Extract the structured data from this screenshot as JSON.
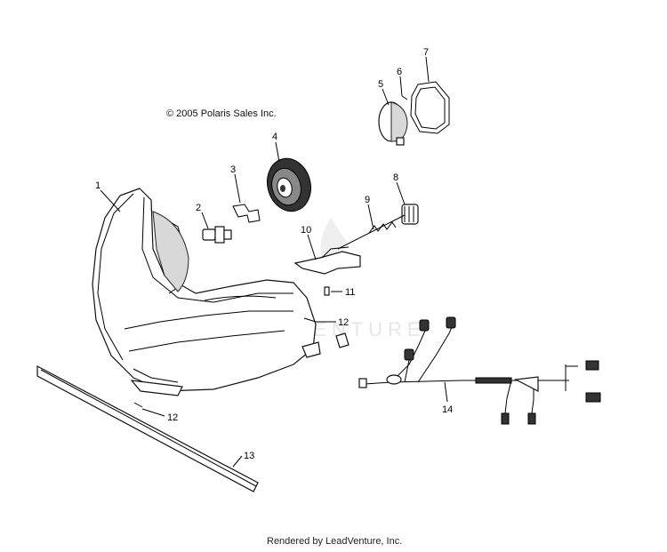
{
  "copyright": "© 2005 Polaris Sales Inc.",
  "footer": "Rendered by LeadVenture, Inc.",
  "watermark": "LEADVENTURE",
  "callouts": {
    "c1": "1",
    "c2": "2",
    "c3": "3",
    "c4": "4",
    "c5": "5",
    "c6": "6",
    "c7": "7",
    "c8": "8",
    "c9": "9",
    "c10": "10",
    "c11": "11",
    "c12a": "12",
    "c12b": "12",
    "c13": "13",
    "c14": "14"
  }
}
